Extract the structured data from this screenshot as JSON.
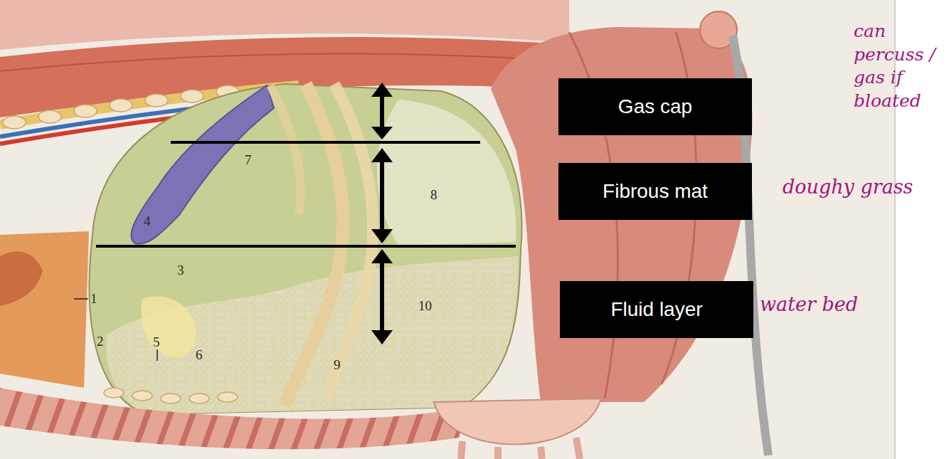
{
  "diagram": {
    "nodes": [
      {
        "text": [
          "Gas cap"
        ]
      },
      {
        "text": [
          "Fibrous mat"
        ]
      },
      {
        "text": [
          "Fluid layer"
        ]
      }
    ],
    "labels": [
      "1",
      "2",
      "3",
      "4",
      "5",
      "6",
      "7",
      "8",
      "9",
      "10",
      "can percuss / gas if bloated",
      "doughy grass",
      "water bed"
    ]
  }
}
